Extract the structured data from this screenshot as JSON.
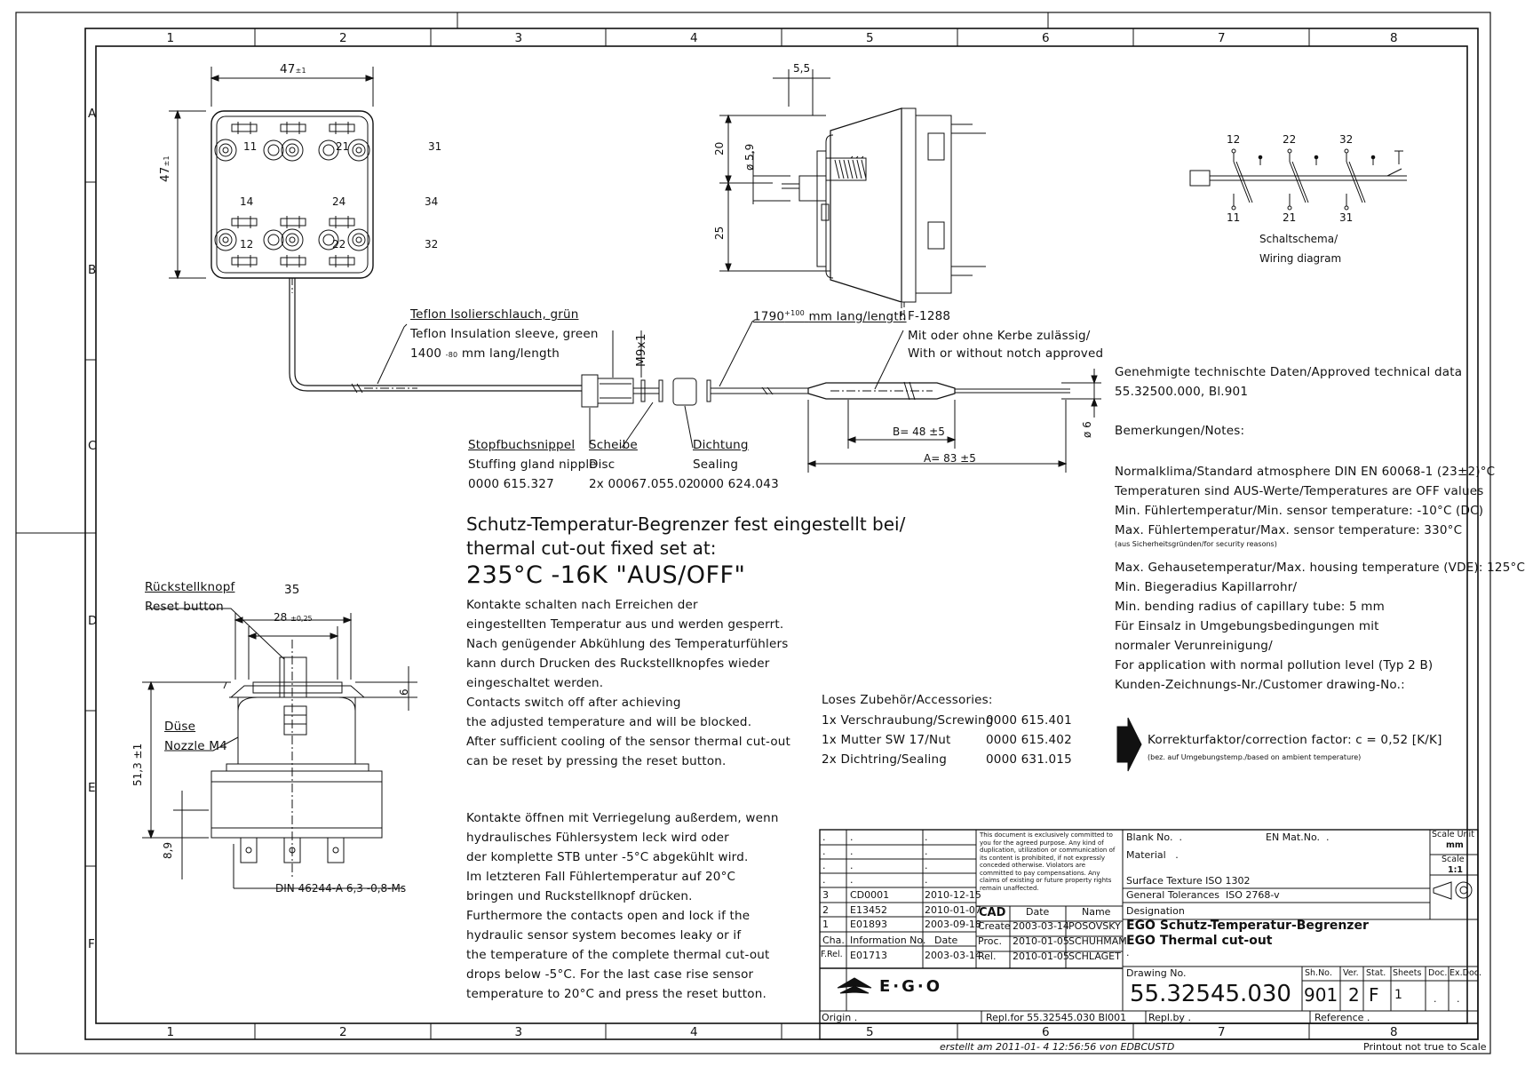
{
  "frame": {
    "columns": [
      "1",
      "2",
      "3",
      "4",
      "5",
      "6",
      "7",
      "8"
    ],
    "rows": [
      "A",
      "B",
      "C",
      "D",
      "E",
      "F"
    ]
  },
  "top_view": {
    "width": "47",
    "width_tol": "±1",
    "height": "47",
    "height_tol": "±1",
    "terminals_top": [
      "11",
      "21",
      "31"
    ],
    "terminals_mid": [
      "14",
      "24",
      "34"
    ],
    "terminals_bottom": [
      "12",
      "22",
      "32"
    ]
  },
  "side_view": {
    "dim_55": "5,5",
    "dim_20": "20",
    "dim_59": "ø 5,9",
    "dim_25": "25"
  },
  "wiring": {
    "top_labels": [
      "12",
      "22",
      "32"
    ],
    "bottom_labels": [
      "11",
      "21",
      "31"
    ],
    "caption_de": "Schaltschema/",
    "caption_en": "Wiring diagram"
  },
  "capillary": {
    "sleeve_de": "Teflon Isolierschlauch, grün",
    "sleeve_en": "Teflon Insulation sleeve, green",
    "sleeve_len": "1400",
    "sleeve_tol": "-80",
    "sleeve_unit": "mm lang/length",
    "cap_len": "1790",
    "cap_tol": "+100",
    "cap_unit": "mm lang/length",
    "thread": "M9x1",
    "sensor_code": "F-1288",
    "notch_de": "Mit oder ohne Kerbe zulässig/",
    "notch_en": "With or without notch approved",
    "dim_b": "B= 48 ±5",
    "dim_a": "A= 83 ±5",
    "dim_d": "ø 6",
    "parts": [
      {
        "de": "Stopfbuchsnippel",
        "en": "Stuffing gland nipple",
        "no": "0000 615.327"
      },
      {
        "de": "Scheibe",
        "en": "Disc",
        "no": "2x 00067.055.02"
      },
      {
        "de": "Dichtung",
        "en": "Sealing",
        "no": "0000 624.043"
      }
    ]
  },
  "notes": {
    "approved": "Genehmigte technischte Daten/Approved technical data",
    "approved_ref": "55.32500.000, Bl.901",
    "remarks": "Bemerkungen/Notes:",
    "lines": [
      "Normalklima/Standard atmosphere DIN EN 60068-1 (23±2)°C",
      "Temperaturen sind AUS-Werte/Temperatures are OFF values",
      "Min. Fühlertemperatur/Min. sensor temperature: -10°C (DC)",
      "Max. Fühlertemperatur/Max. sensor temperature: 330°C"
    ],
    "small": "(aus Sicherheitsgründen/for security reasons)",
    "lines2": [
      "Max. Gehausetemperatur/Max. housing temperature (VDE): 125°C",
      "Min. Biegeradius Kapillarrohr/",
      "Min. bending radius of capillary tube: 5 mm",
      "Für Einsalz in Umgebungsbedingungen mit",
      "normaler Verunreinigung/",
      "For application with normal pollution level (Typ 2 B)",
      "Kunden-Zeichnungs-Nr./Customer drawing-No.:"
    ],
    "correction": "Korrekturfaktor/correction factor: c = 0,52 [K/K]",
    "correction_small": "(bez. auf Umgebungstemp./based on ambient temperature)"
  },
  "setpoint": {
    "line1": "Schutz-Temperatur-Begrenzer fest eingestellt bei/",
    "line2": "thermal cut-out fixed set at:",
    "value": "235°C -16K \"AUS/OFF\"",
    "desc": [
      "Kontakte schalten nach Erreichen der",
      "eingestellten Temperatur aus und werden gesperrt.",
      "Nach genügender Abkühlung des Temperaturfühlers",
      "kann durch Drucken des Ruckstellknopfes wieder",
      "eingeschaltet werden.",
      "Contacts switch off after achieving",
      "the adjusted temperature and will be blocked.",
      "After sufficient cooling of the sensor thermal cut-out",
      "can be reset by pressing the reset button."
    ]
  },
  "leak": {
    "lines": [
      "Kontakte öffnen mit Verriegelung außerdem, wenn",
      "hydraulisches Fühlersystem leck wird oder",
      "der komplette STB unter -5°C abgekühlt wird.",
      "Im letzteren Fall Fühlertemperatur auf 20°C",
      "bringen und Ruckstellknopf drücken.",
      "Furthermore the contacts open and lock if the",
      "hydraulic sensor system becomes leaky or if",
      "the temperature of the complete thermal cut-out",
      "drops below -5°C. For the last case rise sensor",
      "temperature to 20°C and press the reset button."
    ]
  },
  "accessories": {
    "title": "Loses Zubehör/Accessories:",
    "items": [
      {
        "name": "1x Verschraubung/Screwing",
        "no": "0000 615.401"
      },
      {
        "name": "1x Mutter SW 17/Nut",
        "no": "0000 615.402"
      },
      {
        "name": "2x Dichtring/Sealing",
        "no": "0000 631.015"
      }
    ]
  },
  "front_view": {
    "reset_de": "Rückstellknopf",
    "reset_en": "Reset button",
    "dim_35": "35",
    "dim_28": "28",
    "dim_28_tol": "±0,25",
    "dim_6": "6",
    "nozzle_de": "Düse",
    "nozzle_en": "Nozzle M4",
    "dim_513": "51,3 ±1",
    "dim_89": "8,9",
    "terminal_std": "DIN 46244-A 6,3 -0,8-Ms"
  },
  "title_block": {
    "disclaimer": "This document is exclusively committed to you for the agreed purpose. Any kind of duplication, utilization or communication of its content is prohibited, if not expressly conceded otherwise. Violators are committed to pay compensations. Any claims of existing or future property rights remain unaffected.",
    "revisions": [
      {
        "idx": "3",
        "info": "CD0001",
        "date": "2010-12-15"
      },
      {
        "idx": "2",
        "info": "E13452",
        "date": "2010-01-07"
      },
      {
        "idx": "1",
        "info": "E01893",
        "date": "2003-09-18"
      }
    ],
    "rev_head": {
      "idx": "Cha.",
      "info": "Information No.",
      "date": "Date"
    },
    "frel": {
      "idx": "F.Rel.",
      "info": "E01713",
      "date": "2003-03-14"
    },
    "empty_dot": ".",
    "cad": {
      "label": "CAD",
      "date_h": "Date",
      "name_h": "Name"
    },
    "create": {
      "label": "Create",
      "date": "2003-03-14",
      "name": "POSOVSKY"
    },
    "proc": {
      "label": "Proc.",
      "date": "2010-01-05",
      "name": "SCHUHMAM"
    },
    "rel": {
      "label": "Rel.",
      "date": "2010-01-05",
      "name": "SCHLAGET"
    },
    "blank_no": "Blank No.",
    "en_mat": "EN Mat.No.",
    "material": "Material",
    "surface": "Surface Texture ISO 1302",
    "tolerances": "General Tolerances",
    "tol_iso": "ISO 2768-v",
    "scale_unit": "Scale Unit",
    "mm": "mm",
    "scale": "Scale",
    "scale_val": "1:1",
    "designation": "Designation",
    "des_de": "EGO Schutz-Temperatur-Begrenzer",
    "des_en": "EGO Thermal cut-out",
    "drawing_no_label": "Drawing No.",
    "drawing_no": "55.32545.030",
    "sh_no_label": "Sh.No.",
    "sh_no": "901",
    "ver_label": "Ver.",
    "ver": "2",
    "stat_label": "Stat.",
    "stat": "F",
    "sheets_label": "Sheets",
    "sheets": "1",
    "doc_label": "Doc.",
    "exdoc_label": "Ex.Doc.",
    "logo": "E·G·O",
    "origin": "Origin",
    "repl_for": "Repl.for 55.32545.030 Bl001",
    "repl_by": "Repl.by",
    "reference": "Reference"
  },
  "footer": {
    "created": "erstellt am 2011-01- 4 12:56:56 von EDBCUSTD",
    "printout": "Printout not true to Scale"
  }
}
